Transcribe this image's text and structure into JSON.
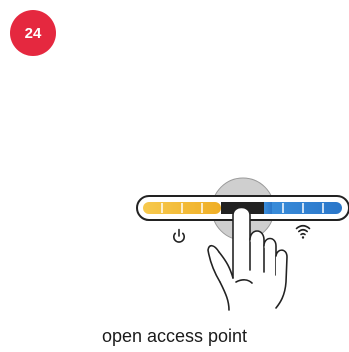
{
  "step": {
    "number": "24",
    "color": "#e5283f"
  },
  "device": {
    "bar_colors": {
      "left_segment": "#f2b633",
      "center_segment": "#222222",
      "right_segment": "#2b7fd0",
      "outline": "#222222"
    },
    "icons": [
      "power-icon",
      "wifi-icon"
    ]
  },
  "gesture": {
    "icon": "pointing-hand-icon",
    "action": "press-center"
  },
  "caption": "open access point"
}
